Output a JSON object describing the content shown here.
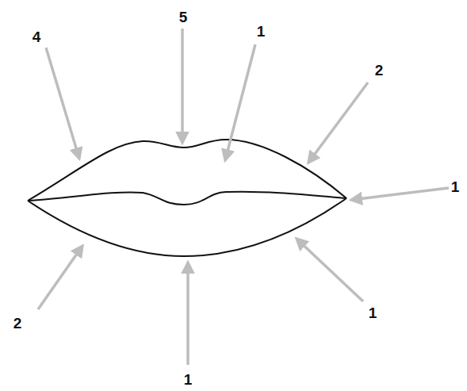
{
  "diagram": {
    "labels": [
      "4",
      "5",
      "1",
      "2",
      "1",
      "2",
      "1",
      "1"
    ]
  }
}
